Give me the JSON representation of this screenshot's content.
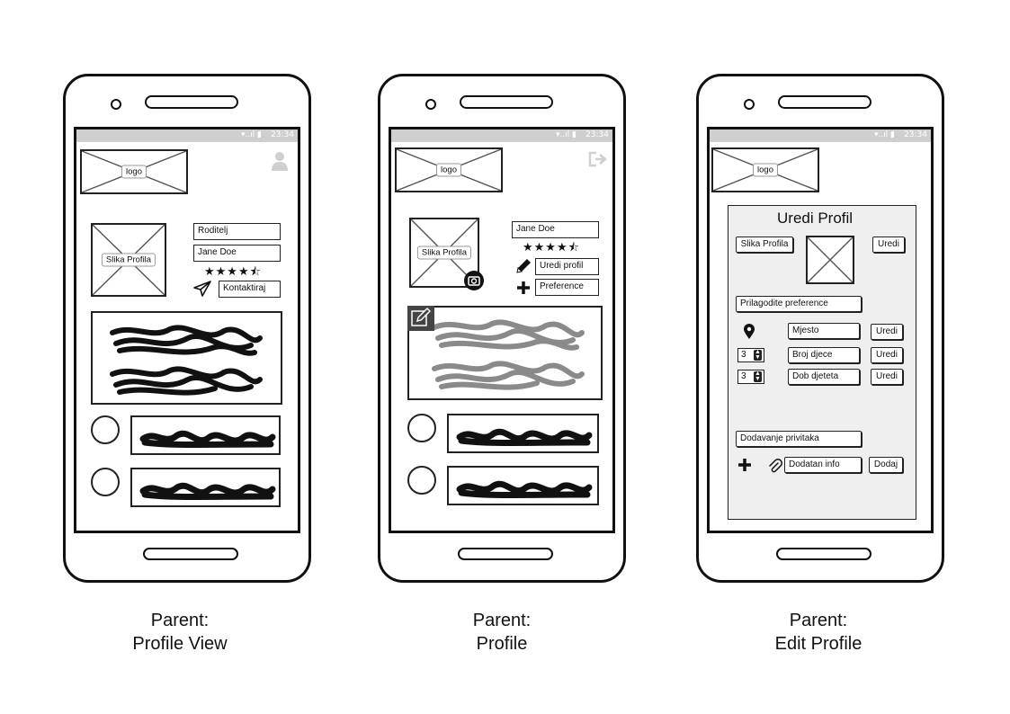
{
  "status": {
    "time": "23:34",
    "icons": "▾..ıl ▮"
  },
  "screens": [
    {
      "logo": "logo",
      "profile_image": "Slika Profila",
      "role": "Roditelj",
      "name": "Jane Doe",
      "stars": "★★★★⯪",
      "contact_button": "Kontaktiraj",
      "caption_line1": "Parent:",
      "caption_line2": "Profile View"
    },
    {
      "logo": "logo",
      "profile_image": "Slika Profila",
      "name": "Jane Doe",
      "stars": "★★★★⯪",
      "edit_profile_button": "Uredi profil",
      "preferences_button": "Preference",
      "caption_line1": "Parent:",
      "caption_line2": "Profile"
    },
    {
      "logo": "logo",
      "title": "Uredi Profil",
      "profile_image_label": "Slika Profila",
      "edit_button": "Uredi",
      "preferences_heading": "Prilagodite preference",
      "location_field": "Mjesto",
      "children_count": "3",
      "children_field": "Broj djece",
      "age_count": "3",
      "age_field": "Dob djeteta",
      "attachments_heading": "Dodavanje privitaka",
      "info_field": "Dodatan info",
      "add_button": "Dodaj",
      "caption_line1": "Parent:",
      "caption_line2": "Edit Profile"
    }
  ],
  "icons": {
    "profile": "user-icon",
    "logout": "logout-icon",
    "send": "send-icon",
    "camera": "camera-icon",
    "pencil": "pencil-icon",
    "plus": "plus-icon",
    "location": "map-pin-icon",
    "paperclip": "paperclip-icon"
  }
}
